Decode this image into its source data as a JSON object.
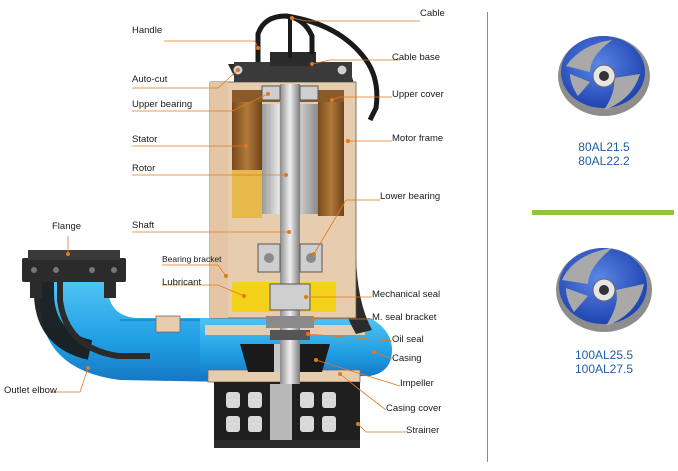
{
  "labels_left": {
    "handle": "Handle",
    "auto_cut": "Auto-cut",
    "upper_bearing": "Upper bearing",
    "stator": "Stator",
    "rotor": "Rotor",
    "shaft": "Shaft",
    "flange": "Flange",
    "bearing_bracket": "Bearing bracket",
    "lubricant": "Lubricant",
    "outlet_elbow": "Outlet elbow"
  },
  "labels_right": {
    "cable": "Cable",
    "cable_base": "Cable base",
    "upper_cover": "Upper cover",
    "motor_frame": "Motor frame",
    "lower_bearing": "Lower bearing",
    "mechanical_seal": "Mechanical seal",
    "m_seal_bracket": "M. seal bracket",
    "oil_seal": "Oil seal",
    "casing": "Casing",
    "impeller": "Impeller",
    "casing_cover": "Casing cover",
    "strainer": "Strainer"
  },
  "models": {
    "top_line1": "80AL21.5",
    "top_line2": "80AL22.2",
    "bottom_line1": "100AL25.5",
    "bottom_line2": "100AL27.5"
  },
  "colors": {
    "leader": "#e07a1f",
    "water_blue": "#1fa3e8",
    "impeller_blue": "#2a56c8",
    "body_dark": "#2b2b2b",
    "frame_tan": "#e8ccae",
    "lubricant_yellow": "#f5d21a",
    "divider_green": "#8ec63f",
    "model_text": "#1f5fa8"
  }
}
